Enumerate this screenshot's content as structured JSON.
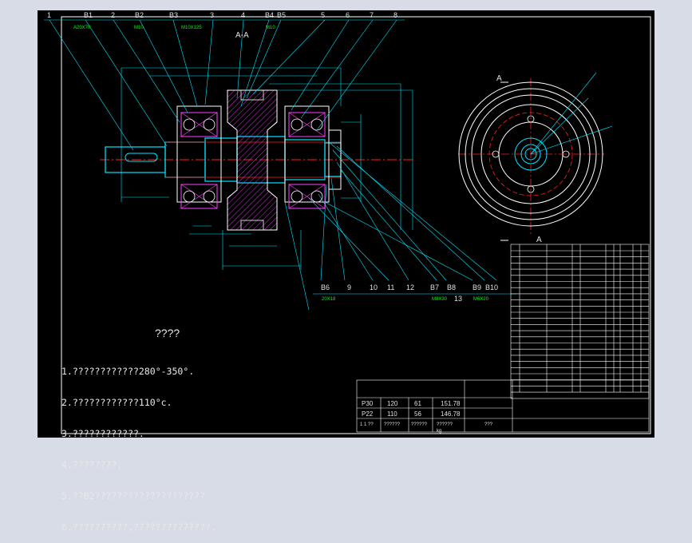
{
  "section_label": "A-A",
  "view_labels": {
    "top": "A",
    "bottom": "A"
  },
  "callouts_top": [
    "1",
    "B1",
    "2",
    "B2",
    "B3",
    "3",
    "4",
    "B4",
    "B5",
    "5",
    "6",
    "7",
    "8"
  ],
  "callout_subs_top": [
    "A20X70",
    "M10",
    "M10X125",
    "M10"
  ],
  "callouts_bottom": [
    "B6",
    "9",
    "10",
    "11",
    "12",
    "B7",
    "B8",
    "13",
    "B9",
    "B10"
  ],
  "callout_subs_bottom": [
    "20X18",
    "M8X30",
    "M6X20"
  ],
  "notes_title": "????",
  "notes": [
    "1.????????????280°-350°.",
    "2.????????????110°c.",
    "3.????????????.",
    "4.????????.",
    "5.??B2????????????????????",
    "6.??????????,??????????????."
  ],
  "spec_table": {
    "rows": [
      [
        "P30",
        "120",
        "61",
        "151.78"
      ],
      [
        "P22",
        "110",
        "56",
        "146.78"
      ]
    ],
    "footer": [
      "1  1 ??",
      "??????",
      "??????",
      "??????",
      "kg"
    ],
    "title": "???"
  },
  "colors": {
    "background": "#000000",
    "frame": "#d8dce6",
    "line_white": "#ffffff",
    "line_cyan": "#00e5ff",
    "line_red": "#ff2020",
    "line_green": "#00ff00",
    "line_magenta": "#ff40ff"
  },
  "icons": [
    "wheel-front-view",
    "wheel-section-view",
    "bom-table"
  ]
}
